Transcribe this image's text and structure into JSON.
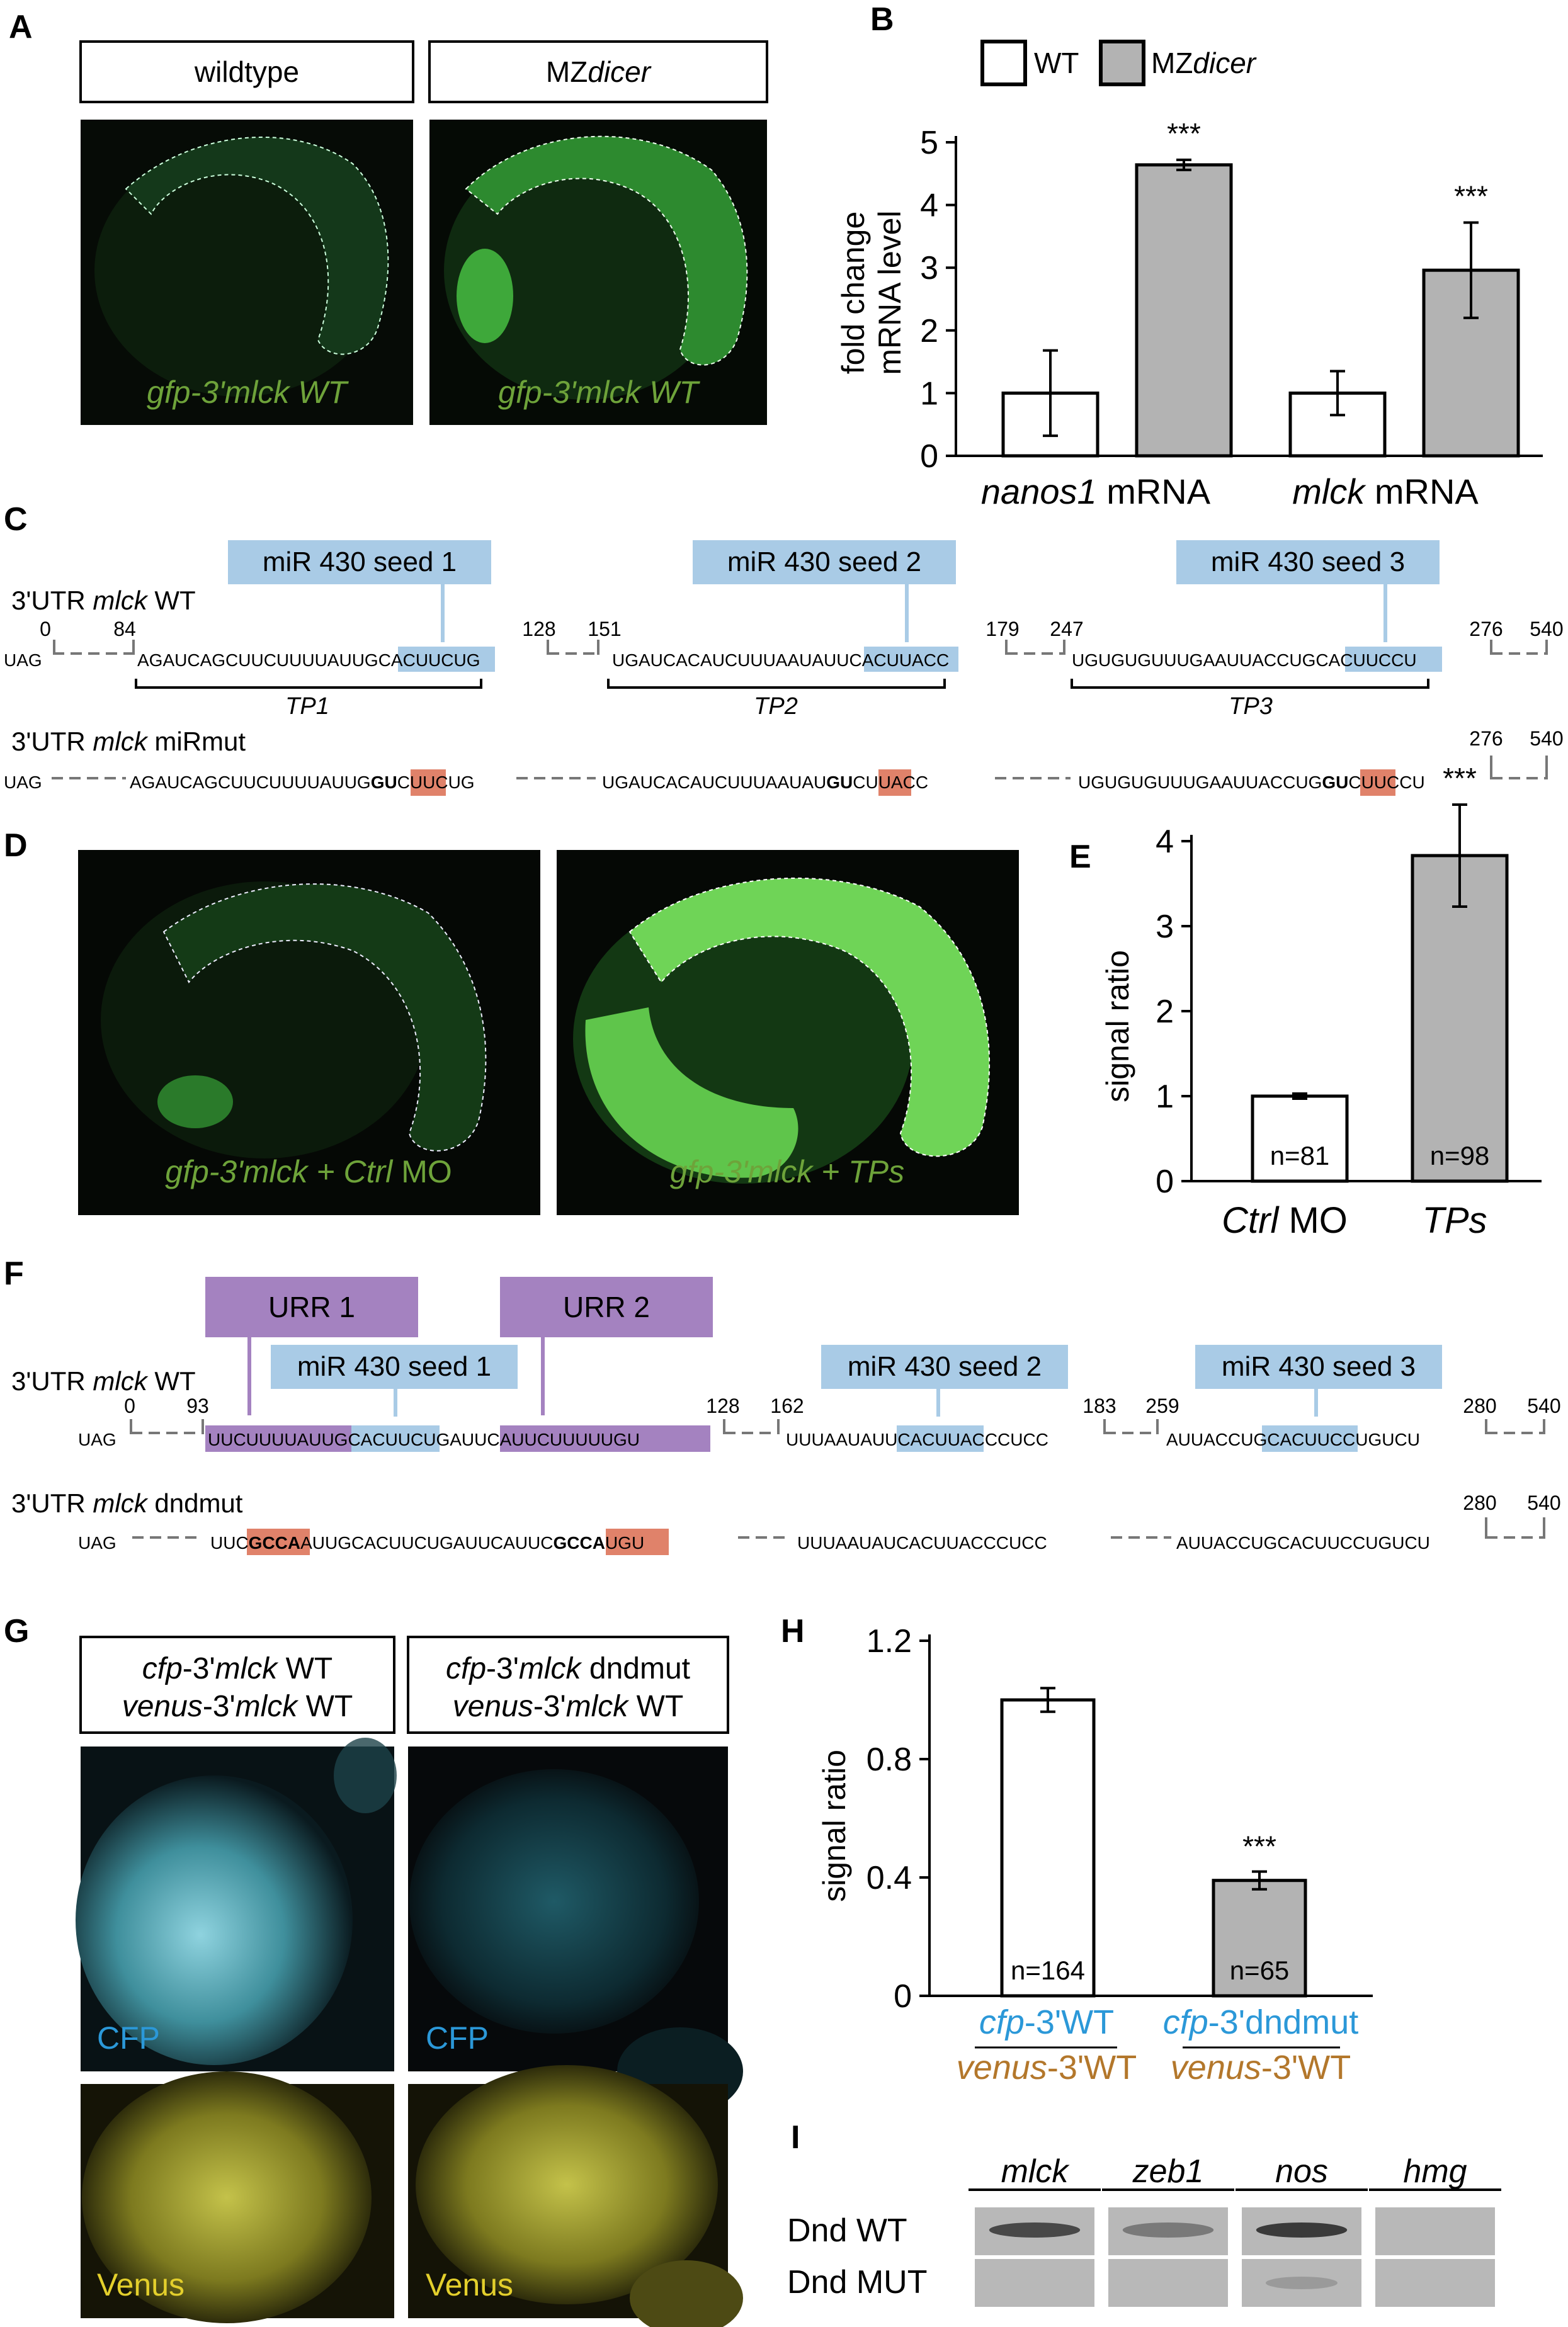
{
  "panels": {
    "A": {
      "letter": "A",
      "wt_label": "wildtype",
      "mz_prefix": "MZ",
      "mz_italic": "dicer",
      "caption_wt": "gfp-3'mlck WT",
      "caption_mz": "gfp-3'mlck WT"
    },
    "B": {
      "letter": "B",
      "legend": [
        "WT",
        "MZdicer"
      ],
      "legend_wt": "WT",
      "legend_mz_prefix": "MZ",
      "legend_mz_italic": "dicer",
      "ylabel1": "fold change",
      "ylabel2": "mRNA level",
      "yticks": [
        "0",
        "1",
        "2",
        "3",
        "4",
        "5"
      ],
      "xlabel1_italic": "nanos1",
      "xlabel1_rest": " mRNA",
      "xlabel2_italic": "mlck",
      "xlabel2_rest": " mRNA",
      "sig": "***"
    },
    "C": {
      "letter": "C",
      "seed1": "miR 430 seed 1",
      "seed2": "miR 430 seed 2",
      "seed3": "miR 430 seed 3",
      "row1_label_a": "3'UTR ",
      "row1_label_b": "mlck",
      "row1_label_c": " WT",
      "row2_label_a": "3'UTR ",
      "row2_label_b": "mlck",
      "row2_label_c": " miRmut",
      "uag": "UAG",
      "seq1a": "AGAUCAGCUUCUUUUAUU",
      "seq1b": "GCACUU",
      "seq1c": "CUG",
      "seq2a": "UGAUCACAUCUUUAAUAU",
      "seq2b": "UCACUU",
      "seq2c": "ACC",
      "seq3a": "UGUGUGUUUGAAUUACCU",
      "seq3b": "GCACUU",
      "seq3c": "CCU",
      "mseq1a": "AGAUCAGCUUCUUUUAUUG",
      "mseq1b": "GU",
      "mseq1c": "CUUCUG",
      "mseq2a": "UGAUCACAUCUUUAAUAU",
      "mseq2b": "GU",
      "mseq2c": "CUUACC",
      "mseq3a": "UGUGUGUUUGAAUUACCUG",
      "mseq3b": "GU",
      "mseq3c": "CUUCCU",
      "n0": "0",
      "n84": "84",
      "n128": "128",
      "n151": "151",
      "n179": "179",
      "n247": "247",
      "n276": "276",
      "n540": "540",
      "tp1": "TP1",
      "tp2": "TP2",
      "tp3": "TP3"
    },
    "D": {
      "letter": "D",
      "cap1_a": "gfp-3'mlck + ",
      "cap1_b": "Ctrl",
      "cap1_c": " MO",
      "cap2": "gfp-3'mlck + TPs"
    },
    "E": {
      "letter": "E",
      "ylabel": "signal ratio",
      "yticks": [
        "0",
        "1",
        "2",
        "3",
        "4"
      ],
      "x1_italic": "Ctrl",
      "x1_rest": " MO",
      "x2": "TPs",
      "n1": "n=81",
      "n2": "n=98",
      "sig": "***"
    },
    "F": {
      "letter": "F",
      "urr1": "URR 1",
      "urr2": "URR 2",
      "seed1": "miR 430 seed 1",
      "seed2": "miR 430 seed 2",
      "seed3": "miR 430 seed 3",
      "row1_label_a": "3'UTR ",
      "row1_label_b": "mlck",
      "row1_label_c": " WT",
      "row2_label_a": "3'UTR ",
      "row2_label_b": "mlck",
      "row2_label_c": " dndmut",
      "uag": "UAG",
      "s1a": "UUCUUUUAUU",
      "s1b": "GCACUU",
      "s1c": "CUGA",
      "s1d": "UUCAUUCUUUUUGU",
      "s2a": "UUUAAUAU",
      "s2b": "UCACUU",
      "s2c": "ACCCUCC",
      "s3a": "AUUACCU",
      "s3b": "GCACUU",
      "s3c": "CCUGUCU",
      "m1a": "UUC",
      "m1b": "GCCA",
      "m1c": "AUUGCACUUCUGAUUCAUUC",
      "m1d": "GCCA",
      "m1e": "UGU",
      "m2": "UUUAAUAUCACUUACCCUCC",
      "m3": "AUUACCUGCACUUCCUGUCU",
      "n0": "0",
      "n93": "93",
      "n128": "128",
      "n162": "162",
      "n183": "183",
      "n259": "259",
      "n280": "280",
      "n540": "540"
    },
    "G": {
      "letter": "G",
      "box1_l1_a": "cfp",
      "box1_l1_b": "-3'",
      "box1_l1_c": "mlck",
      "box1_l1_d": " WT",
      "box1_l2_a": "venus",
      "box1_l2_b": "-3'",
      "box1_l2_c": "mlck",
      "box1_l2_d": " WT",
      "box2_l1_a": "cfp",
      "box2_l1_b": "-3'",
      "box2_l1_c": "mlck",
      "box2_l1_d": " dndmut",
      "box2_l2_a": "venus",
      "box2_l2_b": "-3'",
      "box2_l2_c": "mlck",
      "box2_l2_d": " WT",
      "cfp": "CFP",
      "venus": "Venus"
    },
    "H": {
      "letter": "H",
      "ylabel": "signal ratio",
      "yticks": [
        "0",
        "0.4",
        "0.8",
        "1.2"
      ],
      "n1": "n=164",
      "n2": "n=65",
      "sig": "***",
      "x1_top_a": "cfp",
      "x1_top_b": "-3'WT",
      "x1_bot_a": "venus",
      "x1_bot_b": "-3'WT",
      "x2_top_a": "cfp",
      "x2_top_b": "-3'dndmut",
      "x2_bot_a": "venus",
      "x2_bot_b": "-3'WT"
    },
    "I": {
      "letter": "I",
      "cols": [
        "mlck",
        "zeb1",
        "nos",
        "hmg"
      ],
      "rows": [
        "Dnd WT",
        "Dnd MUT"
      ]
    }
  },
  "colors": {
    "green": "#6ea33a",
    "blue_box": "#a9cbe6",
    "purple_box": "#a482c0",
    "red_box": "#e0826a",
    "gray_bar": "#b3b3b3",
    "cfp_text": "#2b98d8",
    "venus_text": "#b3772b"
  },
  "chart_data": [
    {
      "type": "bar",
      "panel": "B",
      "categories": [
        "nanos1 mRNA",
        "mlck mRNA"
      ],
      "series": [
        {
          "name": "WT",
          "values": [
            1.0,
            1.0
          ],
          "err": [
            0.68,
            0.35
          ]
        },
        {
          "name": "MZdicer",
          "values": [
            4.64,
            2.96
          ],
          "err": [
            0.08,
            0.76
          ]
        }
      ],
      "ylabel": "fold change mRNA level",
      "ylim": [
        0,
        5
      ]
    },
    {
      "type": "bar",
      "panel": "E",
      "categories": [
        "Ctrl MO",
        "TPs"
      ],
      "values": [
        1.0,
        3.83
      ],
      "err": [
        0.03,
        0.6
      ],
      "ylabel": "signal ratio",
      "ylim": [
        0,
        4
      ]
    },
    {
      "type": "bar",
      "panel": "H",
      "categories": [
        "cfp-3'WT / venus-3'WT",
        "cfp-3'dndmut / venus-3'WT"
      ],
      "values": [
        1.0,
        0.39
      ],
      "err": [
        0.04,
        0.03
      ],
      "ylabel": "signal ratio",
      "ylim": [
        0,
        1.2
      ]
    }
  ]
}
